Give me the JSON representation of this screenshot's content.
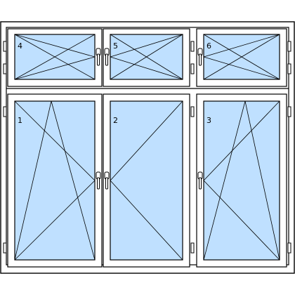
{
  "colors": {
    "glass": "#bfe0ff",
    "frame": "#ffffff",
    "line": "#000000"
  },
  "panes": [
    {
      "number": "4",
      "row": "top",
      "col": 0,
      "opening": "bottom-hung",
      "handle": "right"
    },
    {
      "number": "5",
      "row": "top",
      "col": 1,
      "opening": "bottom-hung",
      "handle": "left"
    },
    {
      "number": "6",
      "row": "top",
      "col": 2,
      "opening": "bottom-hung",
      "handle": "left"
    },
    {
      "number": "1",
      "row": "bottom",
      "col": 0,
      "opening": "tilt-and-turn",
      "handle": "right"
    },
    {
      "number": "2",
      "row": "bottom",
      "col": 1,
      "opening": "side-hung",
      "handle": "left"
    },
    {
      "number": "3",
      "row": "bottom",
      "col": 2,
      "opening": "tilt-and-turn",
      "handle": "left"
    }
  ],
  "icons": {
    "hinge": "hinge-icon",
    "handle": "handle-icon"
  }
}
